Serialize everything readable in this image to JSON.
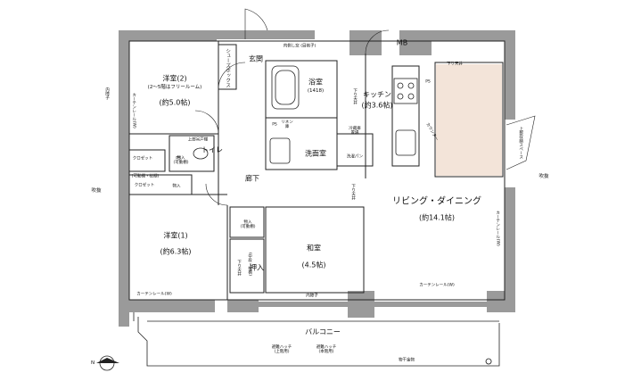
{
  "rooms": {
    "western2_name": "洋室(2)",
    "western2_note": "(2～5階はフリールーム)",
    "western2_size": "(約5.0帖)",
    "western1_name": "洋室(1)",
    "western1_size": "(約6.3帖)",
    "japanese_name": "和室",
    "japanese_size": "(4.5帖)",
    "ldk_name": "リビング・ダイニング",
    "ldk_size": "(約14.1帖)",
    "kitchen_name": "キッチン",
    "kitchen_size": "(約3.6帖)",
    "bath_name": "浴室",
    "bath_size": "(1418)",
    "washroom": "洗面室",
    "toilet": "トイレ",
    "hallway": "廊下",
    "entrance": "玄関",
    "balcony": "バルコニー",
    "closet_push": "押入"
  },
  "labels": {
    "mb": "MB",
    "shoe_box": "シューズボックス",
    "ps": "PS",
    "curtain_rail_w": "カーテンレール(W)",
    "inner_frame": "内障子",
    "inner_frame_double": "内側し窓\n(目格子)",
    "down_ceiling": "下り天井",
    "counter": "カウンター",
    "fridge": "冷蔵庫\n置場",
    "washing_pan": "洗濯パン",
    "storage_movable": "物入\n(可動棚)",
    "closet": "クロゼット",
    "closet_shelf": "(可動棚・枕棚)",
    "storage": "物入",
    "upper_cabinet": "上部吊戸棚",
    "linen": "リネン\n庫",
    "push_note": "(中段・枕棚)",
    "fukinuke": "吹抜",
    "escape_hatch_up": "避難ハッチ\n(上階用)",
    "escape_hatch_self": "避難ハッチ\n(本階用)",
    "outdoor_unit": "物干金物",
    "stairs_ladder": "上部収納スペース",
    "north": "N"
  },
  "colors": {
    "wall": "#9a9a9a",
    "line": "#222222",
    "tatami": "#ffffff",
    "ldk_highlight": "#f3e4d9",
    "background": "#ffffff"
  }
}
